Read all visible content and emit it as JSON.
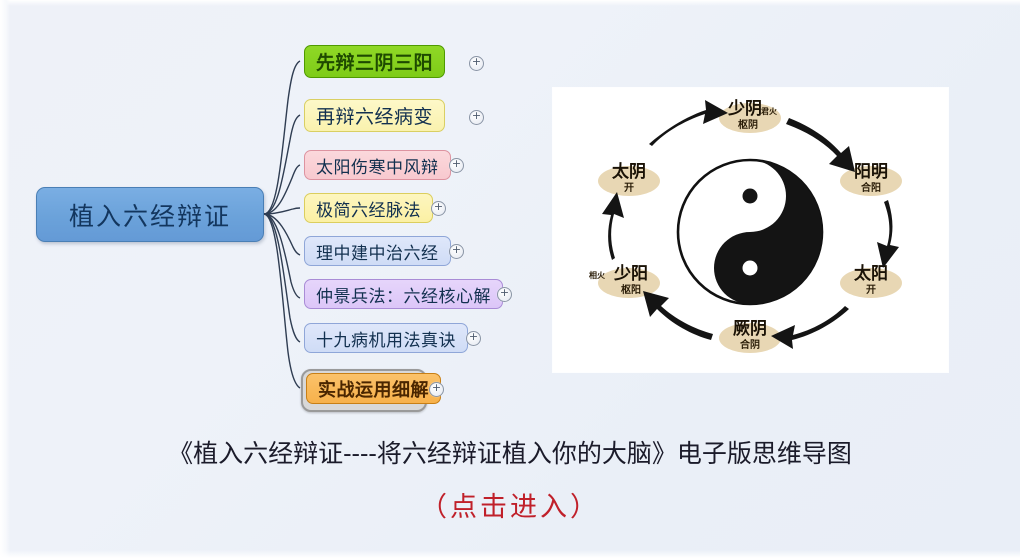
{
  "background": {
    "gradient_from": "#eef1f8",
    "gradient_to": "#e9eef7"
  },
  "mindmap": {
    "root": {
      "label": "植入六经辩证",
      "fill": "#6ba2da",
      "border": "#4a7fb5",
      "text_color": "#13365e"
    },
    "branches": [
      {
        "label": "先辩三阴三阳",
        "color_name": "green",
        "fill": "#7ecc18",
        "border": "#4f9a00",
        "expander_icon": "circled-plus-icon",
        "selected": false
      },
      {
        "label": "再辩六经病变",
        "color_name": "yellow",
        "fill": "#faf2ae",
        "border": "#d9cf63",
        "expander_icon": "circled-plus-icon",
        "selected": false
      },
      {
        "label": "太阳伤寒中风辩",
        "color_name": "pink",
        "fill": "#f8c9cf",
        "border": "#dd93a0",
        "expander_icon": "circled-plus-icon",
        "selected": false
      },
      {
        "label": "极简六经脉法",
        "color_name": "light-yellow",
        "fill": "#fbf0a4",
        "border": "#dbce5e",
        "expander_icon": "circled-plus-icon",
        "selected": false
      },
      {
        "label": "理中建中治六经",
        "color_name": "light-blue",
        "fill": "#cfdcf6",
        "border": "#8fa6d8",
        "expander_icon": "circled-plus-icon",
        "selected": false
      },
      {
        "label": "仲景兵法：六经核心解",
        "color_name": "purple",
        "fill": "#dcc6f8",
        "border": "#a98cd6",
        "expander_icon": "circled-plus-icon",
        "selected": false
      },
      {
        "label": "十九病机用法真诀",
        "color_name": "light-blue",
        "fill": "#cfdcf6",
        "border": "#8fa6d8",
        "expander_icon": "circled-plus-icon",
        "selected": false
      },
      {
        "label": "实战运用细解",
        "color_name": "orange",
        "fill": "#f7b14b",
        "border": "#c87f15",
        "expander_icon": "circled-plus-icon",
        "selected": true
      }
    ]
  },
  "taiji": {
    "title_alt": "六经开阖枢太极图",
    "background": "#ffffff",
    "ellipse_fill": "#e8d7b4",
    "labels": [
      {
        "position": "top",
        "main": "少阴",
        "sub": "枢阴",
        "tiny": "君火"
      },
      {
        "position": "top-right",
        "main": "阳明",
        "sub": "合阳",
        "tiny": ""
      },
      {
        "position": "bottom-right",
        "main": "太阳",
        "sub": "开",
        "tiny": ""
      },
      {
        "position": "bottom",
        "main": "厥阴",
        "sub": "合阴",
        "tiny": ""
      },
      {
        "position": "bottom-left",
        "main": "少阳",
        "sub": "枢阳",
        "tiny": "相火"
      },
      {
        "position": "top-left",
        "main": "太阴",
        "sub": "开",
        "tiny": ""
      }
    ],
    "arrow_count": 6,
    "arrow_direction": "clockwise"
  },
  "captions": {
    "main": "《植入六经辩证----将六经辩证植入你的大脑》电子版思维导图",
    "cta": "（点击进入）",
    "cta_color": "#c0202a"
  }
}
